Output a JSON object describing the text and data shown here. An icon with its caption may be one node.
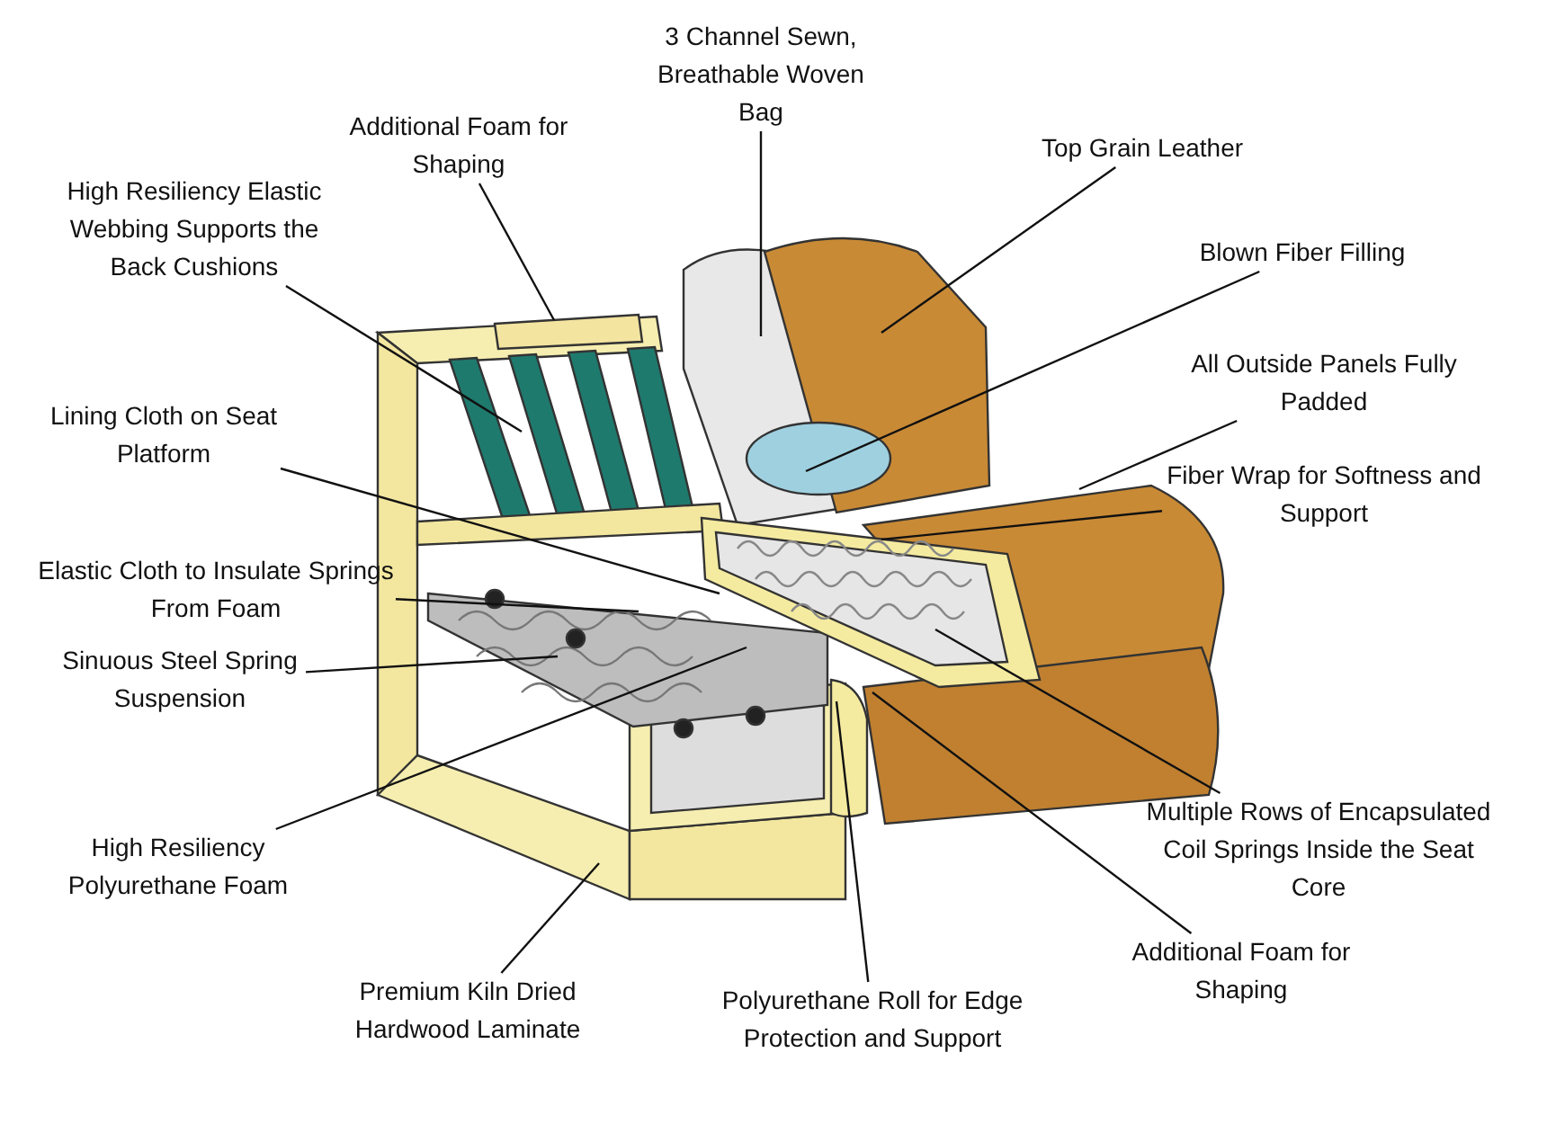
{
  "diagram": {
    "nodes": [
      {
        "text": [
          "Additional Foam for Shaping"
        ]
      },
      {
        "text": [
          "3 Channel Sewn, Breathable Woven Bag"
        ]
      },
      {
        "text": [
          "Top Grain Leather"
        ]
      },
      {
        "text": [
          "High Resiliency Elastic Webbing Supports the Back Cushions"
        ]
      },
      {
        "text": [
          "Blown Fiber Filling"
        ]
      },
      {
        "text": [
          "All Outside Panels Fully Padded"
        ]
      },
      {
        "text": [
          "Lining Cloth on Seat Platform"
        ]
      },
      {
        "text": [
          "Fiber Wrap for Softness and Support"
        ]
      },
      {
        "text": [
          "Elastic Cloth to Insulate Springs From Foam"
        ]
      },
      {
        "text": [
          "Sinuous Steel Spring Suspension"
        ]
      },
      {
        "text": [
          "Multiple Rows of Encapsulated Coil Springs Inside the Seat Core"
        ]
      },
      {
        "text": [
          "High Resiliency Polyurethane Foam"
        ]
      },
      {
        "text": [
          "Additional Foam for Shaping"
        ]
      },
      {
        "text": [
          "Premium Kiln Dried Hardwood Laminate"
        ]
      },
      {
        "text": [
          "Polyurethane Roll for Edge Protection and Support"
        ]
      }
    ],
    "edges": [
      {
        "from": 0,
        "to": null,
        "arrow": "none"
      },
      {
        "from": 1,
        "to": null,
        "arrow": "none"
      },
      {
        "from": 2,
        "to": null,
        "arrow": "none"
      },
      {
        "from": 3,
        "to": null,
        "arrow": "none"
      },
      {
        "from": 4,
        "to": null,
        "arrow": "none"
      },
      {
        "from": 5,
        "to": null,
        "arrow": "none"
      },
      {
        "from": 6,
        "to": null,
        "arrow": "none"
      },
      {
        "from": 7,
        "to": null,
        "arrow": "none"
      },
      {
        "from": 8,
        "to": null,
        "arrow": "none"
      },
      {
        "from": 9,
        "to": null,
        "arrow": "none"
      },
      {
        "from": 10,
        "to": null,
        "arrow": "none"
      },
      {
        "from": 11,
        "to": null,
        "arrow": "none"
      },
      {
        "from": 12,
        "to": null,
        "arrow": "none"
      },
      {
        "from": 13,
        "to": null,
        "arrow": "none"
      },
      {
        "from": 14,
        "to": null,
        "arrow": "none"
      }
    ]
  }
}
